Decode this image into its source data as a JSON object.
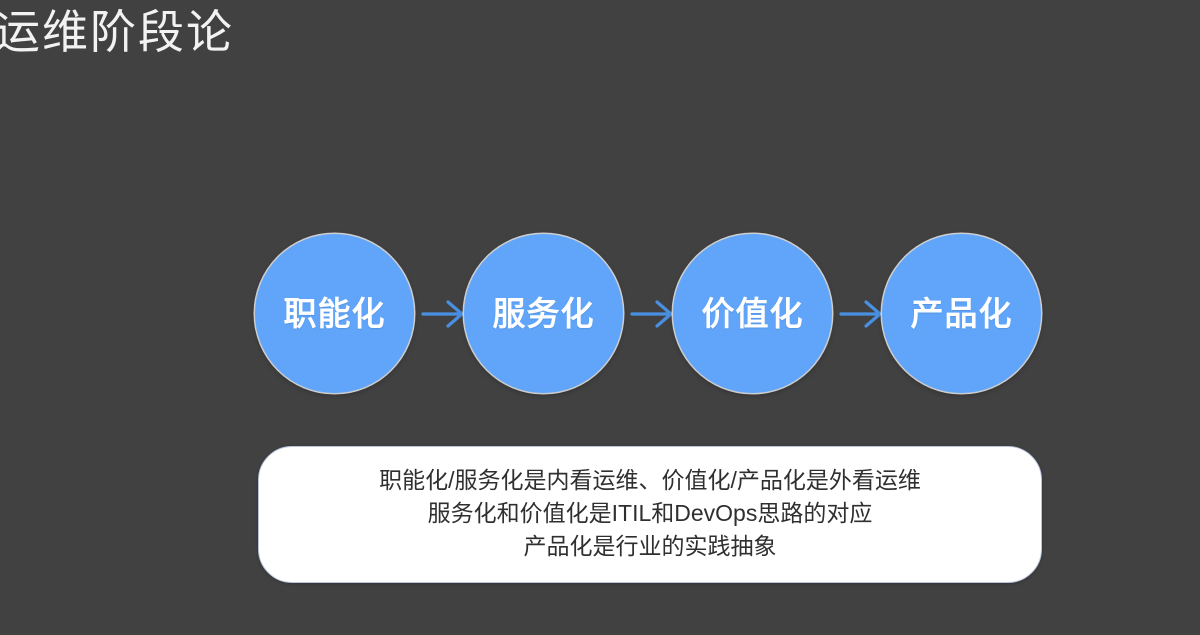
{
  "slide": {
    "title": "运维阶段论",
    "background_color": "#414141",
    "accent_color": "#60a5fa",
    "arrow_color": "#4a90e2"
  },
  "flow": {
    "arrow_icon": "arrow-right-icon",
    "stages": [
      {
        "label": "职能化"
      },
      {
        "label": "服务化"
      },
      {
        "label": "价值化"
      },
      {
        "label": "产品化"
      }
    ],
    "arrows": [
      {
        "symbol": "→"
      },
      {
        "symbol": "→"
      },
      {
        "symbol": "→"
      }
    ]
  },
  "caption": {
    "lines": [
      "职能化/服务化是内看运维、价值化/产品化是外看运维",
      "服务化和价值化是ITIL和DevOps思路的对应",
      "产品化是行业的实践抽象"
    ]
  }
}
